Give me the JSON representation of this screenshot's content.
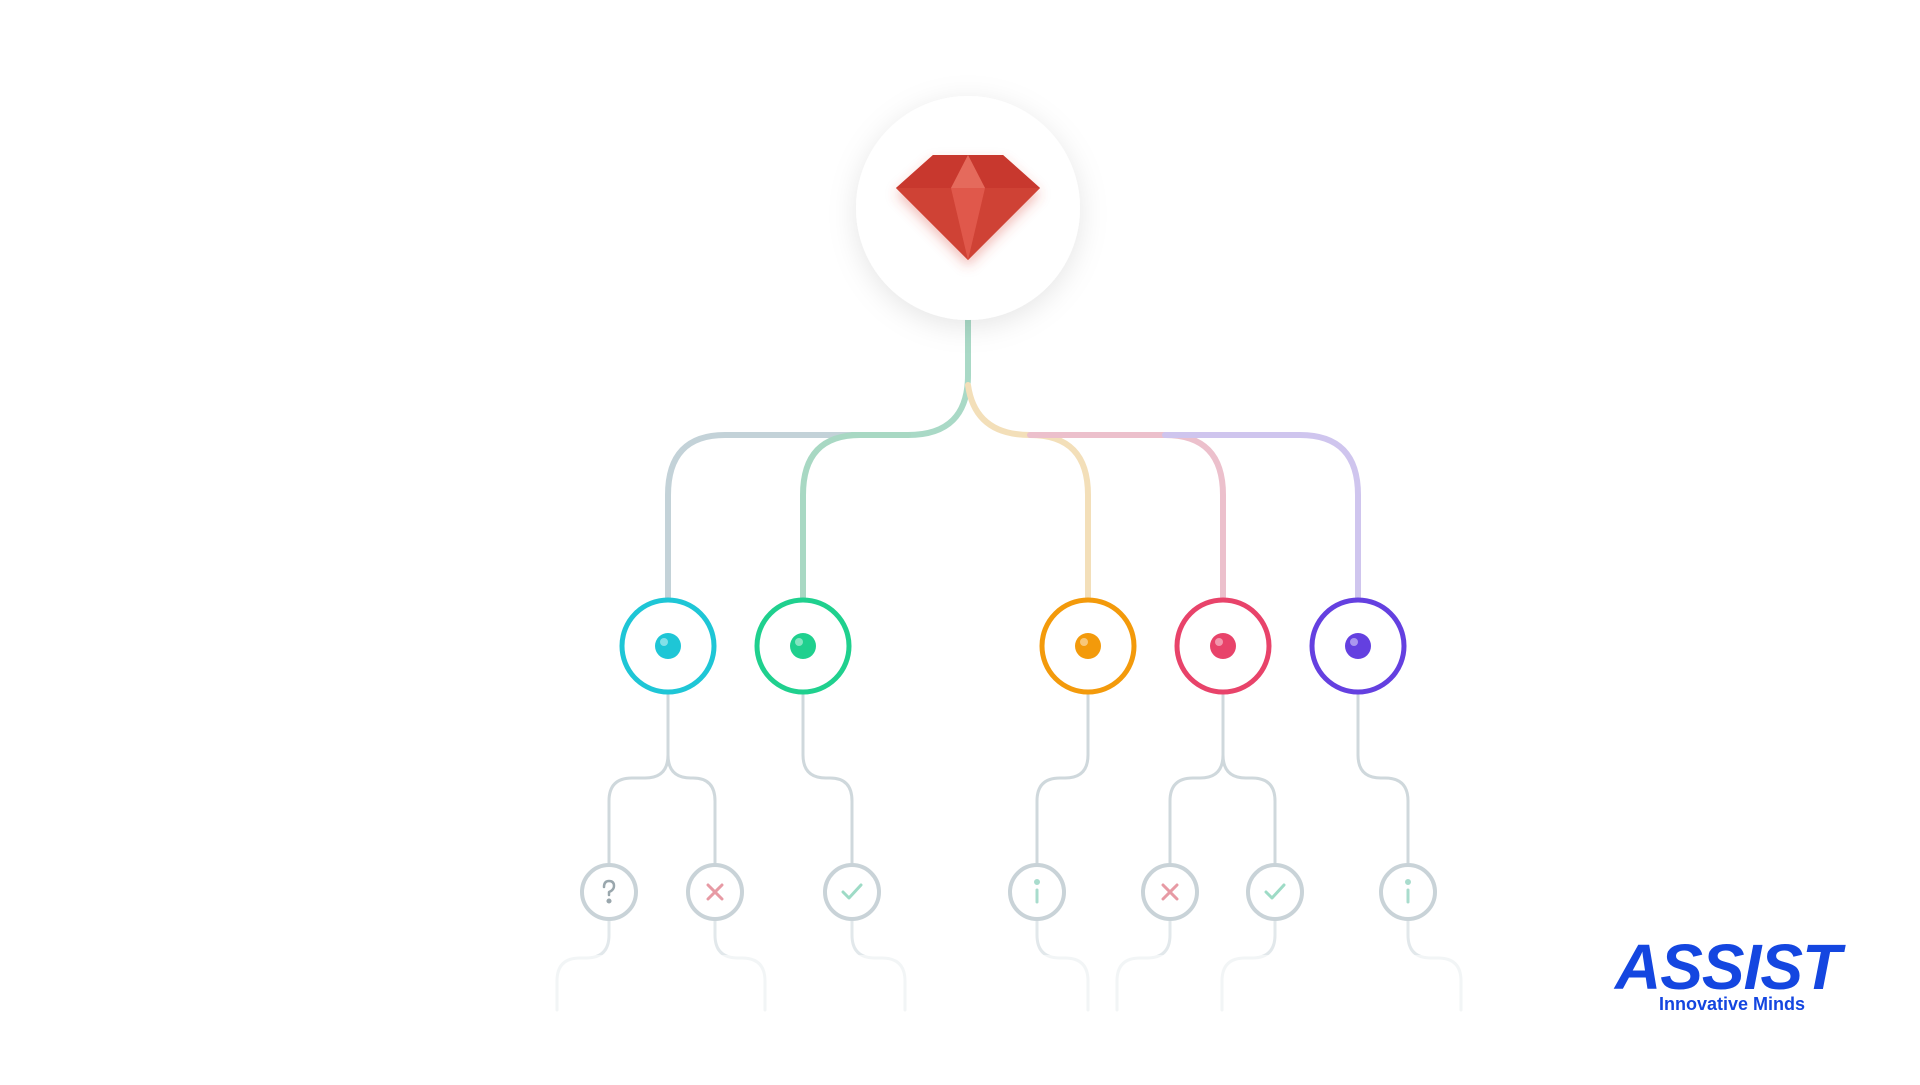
{
  "diagram": {
    "root": {
      "icon": "ruby-gem-icon",
      "color": "#d9473a"
    },
    "branches": [
      {
        "id": "cyan",
        "color": "#1ec6d6",
        "children": [
          "question-icon",
          "cross-icon"
        ]
      },
      {
        "id": "green",
        "color": "#1fd08e",
        "children": [
          "check-icon"
        ]
      },
      {
        "id": "orange",
        "color": "#f39a0b",
        "children": [
          "info-icon"
        ]
      },
      {
        "id": "pink",
        "color": "#e8436a",
        "children": [
          "cross-icon",
          "check-icon"
        ]
      },
      {
        "id": "purple",
        "color": "#6440e0",
        "children": [
          "info-icon"
        ]
      }
    ]
  },
  "logo": {
    "name": "ASSIST",
    "tagline": "Innovative Minds",
    "color": "#1446e0"
  }
}
